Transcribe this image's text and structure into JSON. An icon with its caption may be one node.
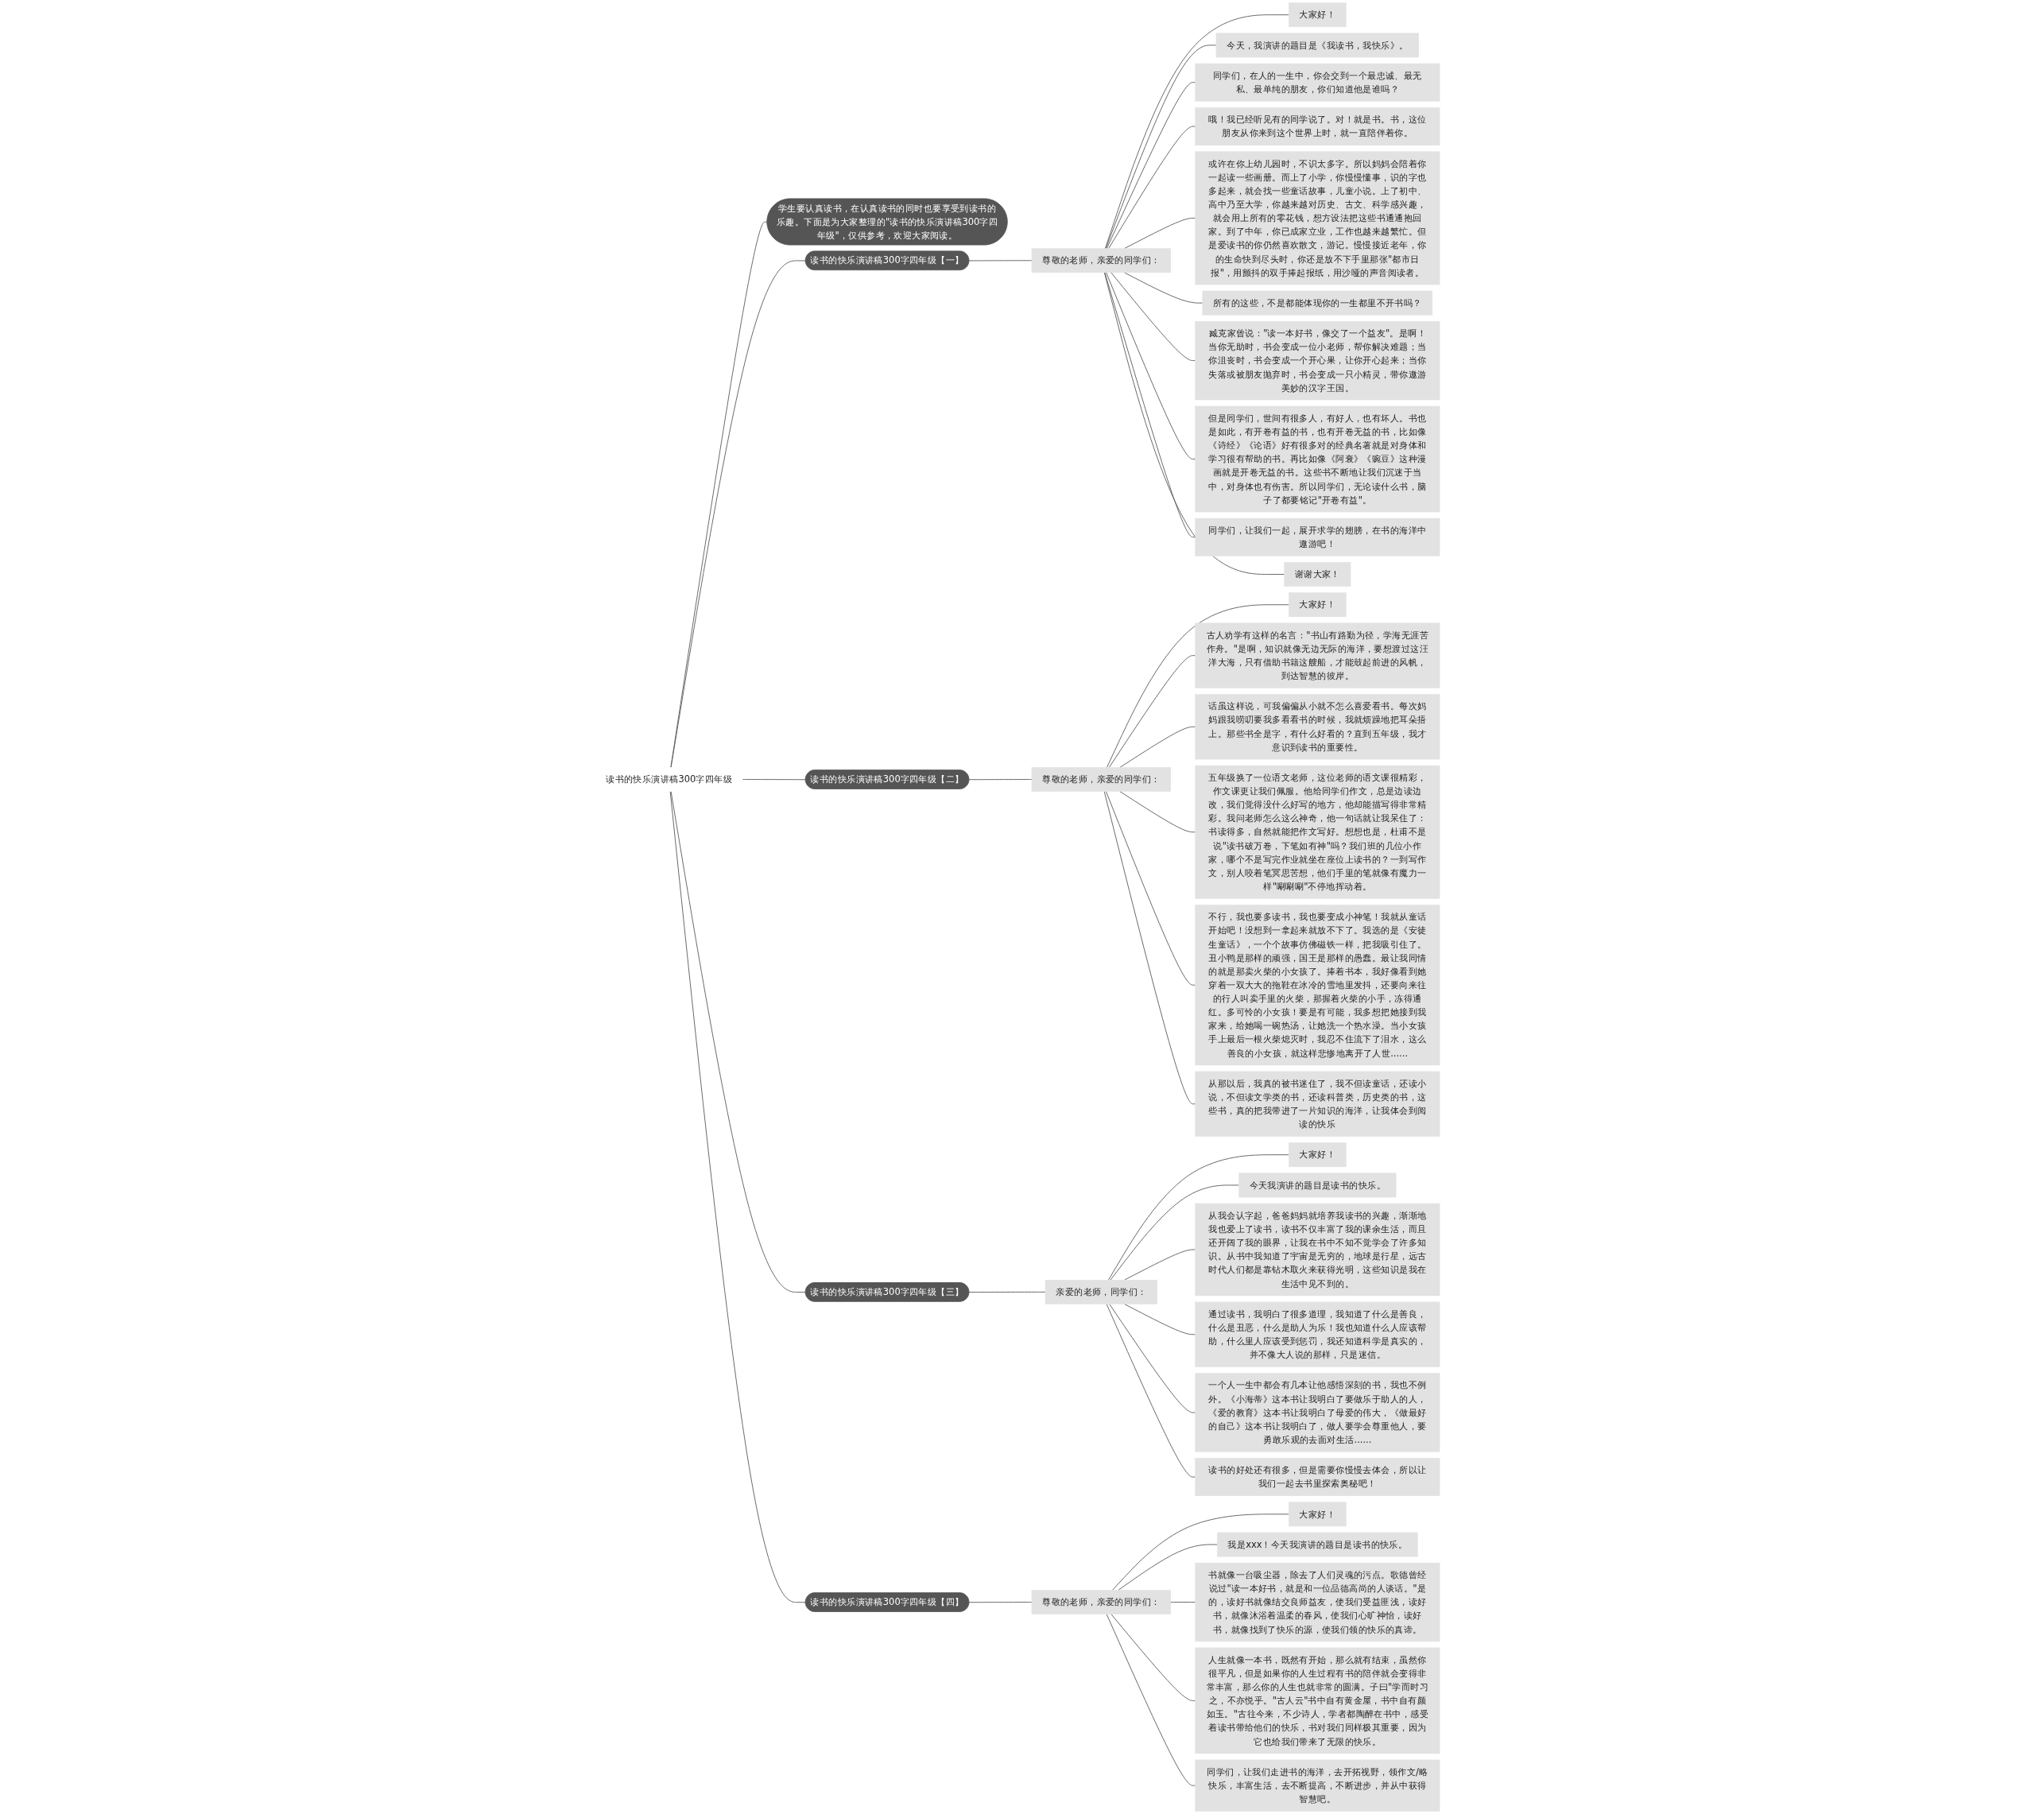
{
  "diagram": {
    "nodes": [
      {
        "text": [
          "读书的快乐演讲稿300字四年级"
        ]
      },
      {
        "text": [
          "学生要认真读书，在认真读书的同时也要享受到读书的乐趣。下面是为大家整理的\"读书的快乐演讲稿300字四年级\"，仅供参考，欢迎大家阅读。"
        ]
      },
      {
        "text": [
          "读书的快乐演讲稿300字四年级【一】"
        ]
      },
      {
        "text": [
          "尊敬的老师，亲爱的同学们："
        ]
      },
      {
        "text": [
          "大家好！"
        ]
      },
      {
        "text": [
          "今天，我演讲的题目是《我读书，我快乐》。"
        ]
      },
      {
        "text": [
          "同学们，在人的一生中，你会交到一个最忠诚、最无私、最单纯的朋友，你们知道他是谁吗？"
        ]
      },
      {
        "text": [
          "哦！我已经听见有的同学说了。对！就是书。书，这位朋友从你来到这个世界上时，就一直陪伴着你。"
        ]
      },
      {
        "text": [
          "或许在你上幼儿园时，不识太多字。所以妈妈会陪着你一起读一些画册。而上了小学，你慢慢懂事，识的字也多起来，就会找一些童话故事，儿童小说。上了初中、高中乃至大学，你越来越对历史、古文、科学感兴趣，就会用上所有的零花钱，想方设法把这些书通通抱回家。到了中年，你已成家立业，工作也越来越繁忙。但是爱读书的你仍然喜欢散文，游记。慢慢接近老年，你的生命快到尽头时，你还是放不下手里那张\"都市日报\"，用颤抖的双手捧起报纸，用沙哑的声音阅读者。"
        ]
      },
      {
        "text": [
          "所有的这些，不是都能体现你的一生都里不开书吗？"
        ]
      },
      {
        "text": [
          "臧克家曾说：\"读一本好书，像交了一个益友\"。是啊！当你无助时，书会变成一位小老师，帮你解决难题；当你沮丧时，书会变成一个开心果，让你开心起来；当你失落或被朋友抛弃时，书会变成一只小精灵，带你遨游美妙的汉字王国。"
        ]
      },
      {
        "text": [
          "但是同学们，世间有很多人，有好人，也有坏人。书也是如此，有开卷有益的书，也有开卷无益的书，比如像《诗经》《论语》好有很多对的经典名著就是对身体和学习很有帮助的书。再比如像《阿衰》《豌豆》这种漫画就是开卷无益的书。这些书不断地让我们沉迷于当中，对身体也有伤害。所以同学们，无论读什么书，脑子了都要铭记\"开卷有益\"。"
        ]
      },
      {
        "text": [
          "同学们，让我们一起，展开求学的翅膀，在书的海洋中遨游吧！"
        ]
      },
      {
        "text": [
          "谢谢大家！"
        ]
      },
      {
        "text": [
          "读书的快乐演讲稿300字四年级【二】"
        ]
      },
      {
        "text": [
          "尊敬的老师，亲爱的同学们："
        ]
      },
      {
        "text": [
          "大家好！"
        ]
      },
      {
        "text": [
          "古人劝学有这样的名言：\"书山有路勤为径，学海无涯苦作舟。\"是啊，知识就像无边无际的海洋，要想渡过这汪洋大海，只有借助书籍这艘船，才能鼓起前进的风帆，到达智慧的彼岸。"
        ]
      },
      {
        "text": [
          "话虽这样说，可我偏偏从小就不怎么喜爱看书。每次妈妈跟我唠叨要我多看看书的时候，我就烦躁地把耳朵捂上。那些书全是字，有什么好看的？直到五年级，我才意识到读书的重要性。"
        ]
      },
      {
        "text": [
          "五年级换了一位语文老师，这位老师的语文课很精彩，作文课更让我们佩服。他给同学们作文，总是边读边改，我们觉得没什么好写的地方，他却能描写得非常精彩。我问老师怎么这么神奇，他一句话就让我呆住了：书读得多，自然就能把作文写好。想想也是，杜甫不是说\"读书破万卷，下笔如有神\"吗？我们班的几位小作家，哪个不是写完作业就坐在座位上读书的？一到写作文，别人咬着笔冥思苦想，他们手里的笔就像有魔力一样\"唰唰唰\"不停地挥动着。"
        ]
      },
      {
        "text": [
          "不行，我也要多读书，我也要变成小神笔！我就从童话开始吧！没想到一拿起来就放不下了。我选的是《安徒生童话》，一个个故事仿佛磁铁一样，把我吸引住了。丑小鸭是那样的顽强，国王是那样的愚蠢。最让我同情的就是那卖火柴的小女孩了。捧着书本，我好像看到她穿着一双大大的拖鞋在冰冷的雪地里发抖，还要向来往的行人叫卖手里的火柴，那握着火柴的小手，冻得通红。多可怜的小女孩！要是有可能，我多想把她接到我家来，给她喝一碗热汤，让她洗一个热水澡。当小女孩手上最后一根火柴熄灭时，我忍不住流下了泪水，这么善良的小女孩，就这样悲惨地离开了人世......"
        ]
      },
      {
        "text": [
          "从那以后，我真的被书迷住了，我不但读童话，还读小说，不但读文学类的书，还读科普类，历史类的书，这些书，真的把我带进了一片知识的海洋，让我体会到阅读的快乐"
        ]
      },
      {
        "text": [
          "读书的快乐演讲稿300字四年级【三】"
        ]
      },
      {
        "text": [
          "亲爱的老师，同学们："
        ]
      },
      {
        "text": [
          "大家好！"
        ]
      },
      {
        "text": [
          "今天我演讲的题目是读书的快乐。"
        ]
      },
      {
        "text": [
          "从我会认字起，爸爸妈妈就培养我读书的兴趣，渐渐地我也爱上了读书，读书不仅丰富了我的课余生活，而且还开阔了我的眼界，让我在书中不知不觉学会了许多知识。从书中我知道了宇宙是无穷的，地球是行星，远古时代人们都是靠钻木取火来获得光明，这些知识是我在生活中见不到的。"
        ]
      },
      {
        "text": [
          "通过读书，我明白了很多道理，我知道了什么是善良，什么是丑恶，什么是助人为乐！我也知道什么人应该帮助，什么里人应该受到惩罚，我还知道科学是真实的，并不像大人说的那样，只是迷信。"
        ]
      },
      {
        "text": [
          "一个人一生中都会有几本让他感悟深刻的书，我也不例外。《小海蒂》这本书让我明白了要做乐于助人的人，《爱的教育》这本书让我明白了母爱的伟大，《做最好的自己》这本书让我明白了，做人要学会尊重他人，要勇敢乐观的去面对生活......"
        ]
      },
      {
        "text": [
          "读书的好处还有很多，但是需要你慢慢去体会，所以让我们一起去书里探索奥秘吧！"
        ]
      },
      {
        "text": [
          "读书的快乐演讲稿300字四年级【四】"
        ]
      },
      {
        "text": [
          "尊敬的老师，亲爱的同学们："
        ]
      },
      {
        "text": [
          "大家好！"
        ]
      },
      {
        "text": [
          "我是xxx！今天我演讲的题目是读书的快乐。"
        ]
      },
      {
        "text": [
          "书就像一台吸尘器，除去了人们灵魂的污点。歌德曾经说过\"读一本好书，就是和一位品德高尚的人谈话。\"是的，读好书就像结交良师益友，使我们受益匪浅，读好书，就像沐浴着温柔的春风，使我们心旷神怡，读好书，就像找到了快乐的源，使我们领的快乐的真谛。"
        ]
      },
      {
        "text": [
          "人生就像一本书，既然有开始，那么就有结束，虽然你很平凡，但是如果你的人生过程有书的陪伴就会变得非常丰富，那么你的人生也就非常的圆满。子曰\"学而时习之，不亦悦乎。\"古人云\"书中自有黄金屋，书中自有颜如玉。\"古往今来，不少诗人，学者都陶醉在书中，感受着读书带给他们的快乐，书对我们同样极其重要，因为它也给我们带来了无限的快乐。"
        ]
      },
      {
        "text": [
          "同学们，让我们走进书的海洋，去开拓视野，领作文/略快乐，丰富生活，去不断提高，不断进步，并从中获得智慧吧。"
        ]
      }
    ],
    "edges": [
      {
        "from": 0,
        "to": 1,
        "arrow": "none"
      },
      {
        "from": 0,
        "to": 2,
        "arrow": "none"
      },
      {
        "from": 2,
        "to": 3,
        "arrow": "none"
      },
      {
        "from": 3,
        "to": 4,
        "arrow": "none"
      },
      {
        "from": 3,
        "to": 5,
        "arrow": "none"
      },
      {
        "from": 3,
        "to": 6,
        "arrow": "none"
      },
      {
        "from": 3,
        "to": 7,
        "arrow": "none"
      },
      {
        "from": 3,
        "to": 8,
        "arrow": "none"
      },
      {
        "from": 3,
        "to": 9,
        "arrow": "none"
      },
      {
        "from": 3,
        "to": 10,
        "arrow": "none"
      },
      {
        "from": 3,
        "to": 11,
        "arrow": "none"
      },
      {
        "from": 3,
        "to": 12,
        "arrow": "none"
      },
      {
        "from": 3,
        "to": 13,
        "arrow": "none"
      },
      {
        "from": 0,
        "to": 14,
        "arrow": "none"
      },
      {
        "from": 14,
        "to": 15,
        "arrow": "none"
      },
      {
        "from": 15,
        "to": 16,
        "arrow": "none"
      },
      {
        "from": 15,
        "to": 17,
        "arrow": "none"
      },
      {
        "from": 15,
        "to": 18,
        "arrow": "none"
      },
      {
        "from": 15,
        "to": 19,
        "arrow": "none"
      },
      {
        "from": 15,
        "to": 20,
        "arrow": "none"
      },
      {
        "from": 15,
        "to": 21,
        "arrow": "none"
      },
      {
        "from": 0,
        "to": 22,
        "arrow": "none"
      },
      {
        "from": 22,
        "to": 23,
        "arrow": "none"
      },
      {
        "from": 23,
        "to": 24,
        "arrow": "none"
      },
      {
        "from": 23,
        "to": 25,
        "arrow": "none"
      },
      {
        "from": 23,
        "to": 26,
        "arrow": "none"
      },
      {
        "from": 23,
        "to": 27,
        "arrow": "none"
      },
      {
        "from": 23,
        "to": 28,
        "arrow": "none"
      },
      {
        "from": 23,
        "to": 29,
        "arrow": "none"
      },
      {
        "from": 0,
        "to": 30,
        "arrow": "none"
      },
      {
        "from": 30,
        "to": 31,
        "arrow": "none"
      },
      {
        "from": 31,
        "to": 32,
        "arrow": "none"
      },
      {
        "from": 31,
        "to": 33,
        "arrow": "none"
      },
      {
        "from": 31,
        "to": 34,
        "arrow": "none"
      },
      {
        "from": 31,
        "to": 35,
        "arrow": "none"
      },
      {
        "from": 31,
        "to": 36,
        "arrow": "none"
      }
    ]
  }
}
